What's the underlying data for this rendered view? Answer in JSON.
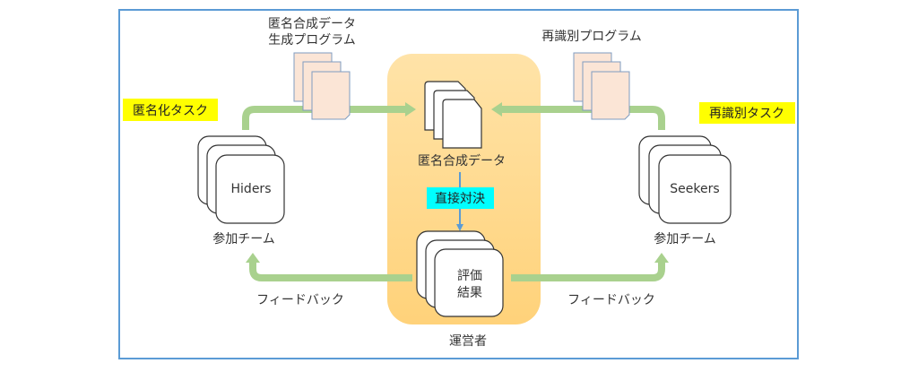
{
  "diagram": {
    "anon_program_label": [
      "匿名合成データ",
      "生成プログラム"
    ],
    "reid_program_label": "再識別プログラム",
    "anon_task_badge": "匿名化タスク",
    "reid_task_badge": "再識別タスク",
    "hiders_label": "Hiders",
    "seekers_label": "Seekers",
    "participant_team_left": "参加チーム",
    "participant_team_right": "参加チーム",
    "synthetic_data_label": "匿名合成データ",
    "direct_match_badge": "直接対決",
    "evaluation_result_label": [
      "評価",
      "結果"
    ],
    "feedback_left": "フィードバック",
    "feedback_right": "フィードバック",
    "operator_label": "運営者"
  },
  "colors": {
    "frame": "#5b9bd5",
    "operator_bg": "#ffd27a",
    "green_arrow": "#a9d18e",
    "doc_fill": "#fbe5d6",
    "yellow_badge": "#ffff00",
    "cyan_badge": "#00ffff",
    "blue_arrow": "#5b9bd5"
  }
}
